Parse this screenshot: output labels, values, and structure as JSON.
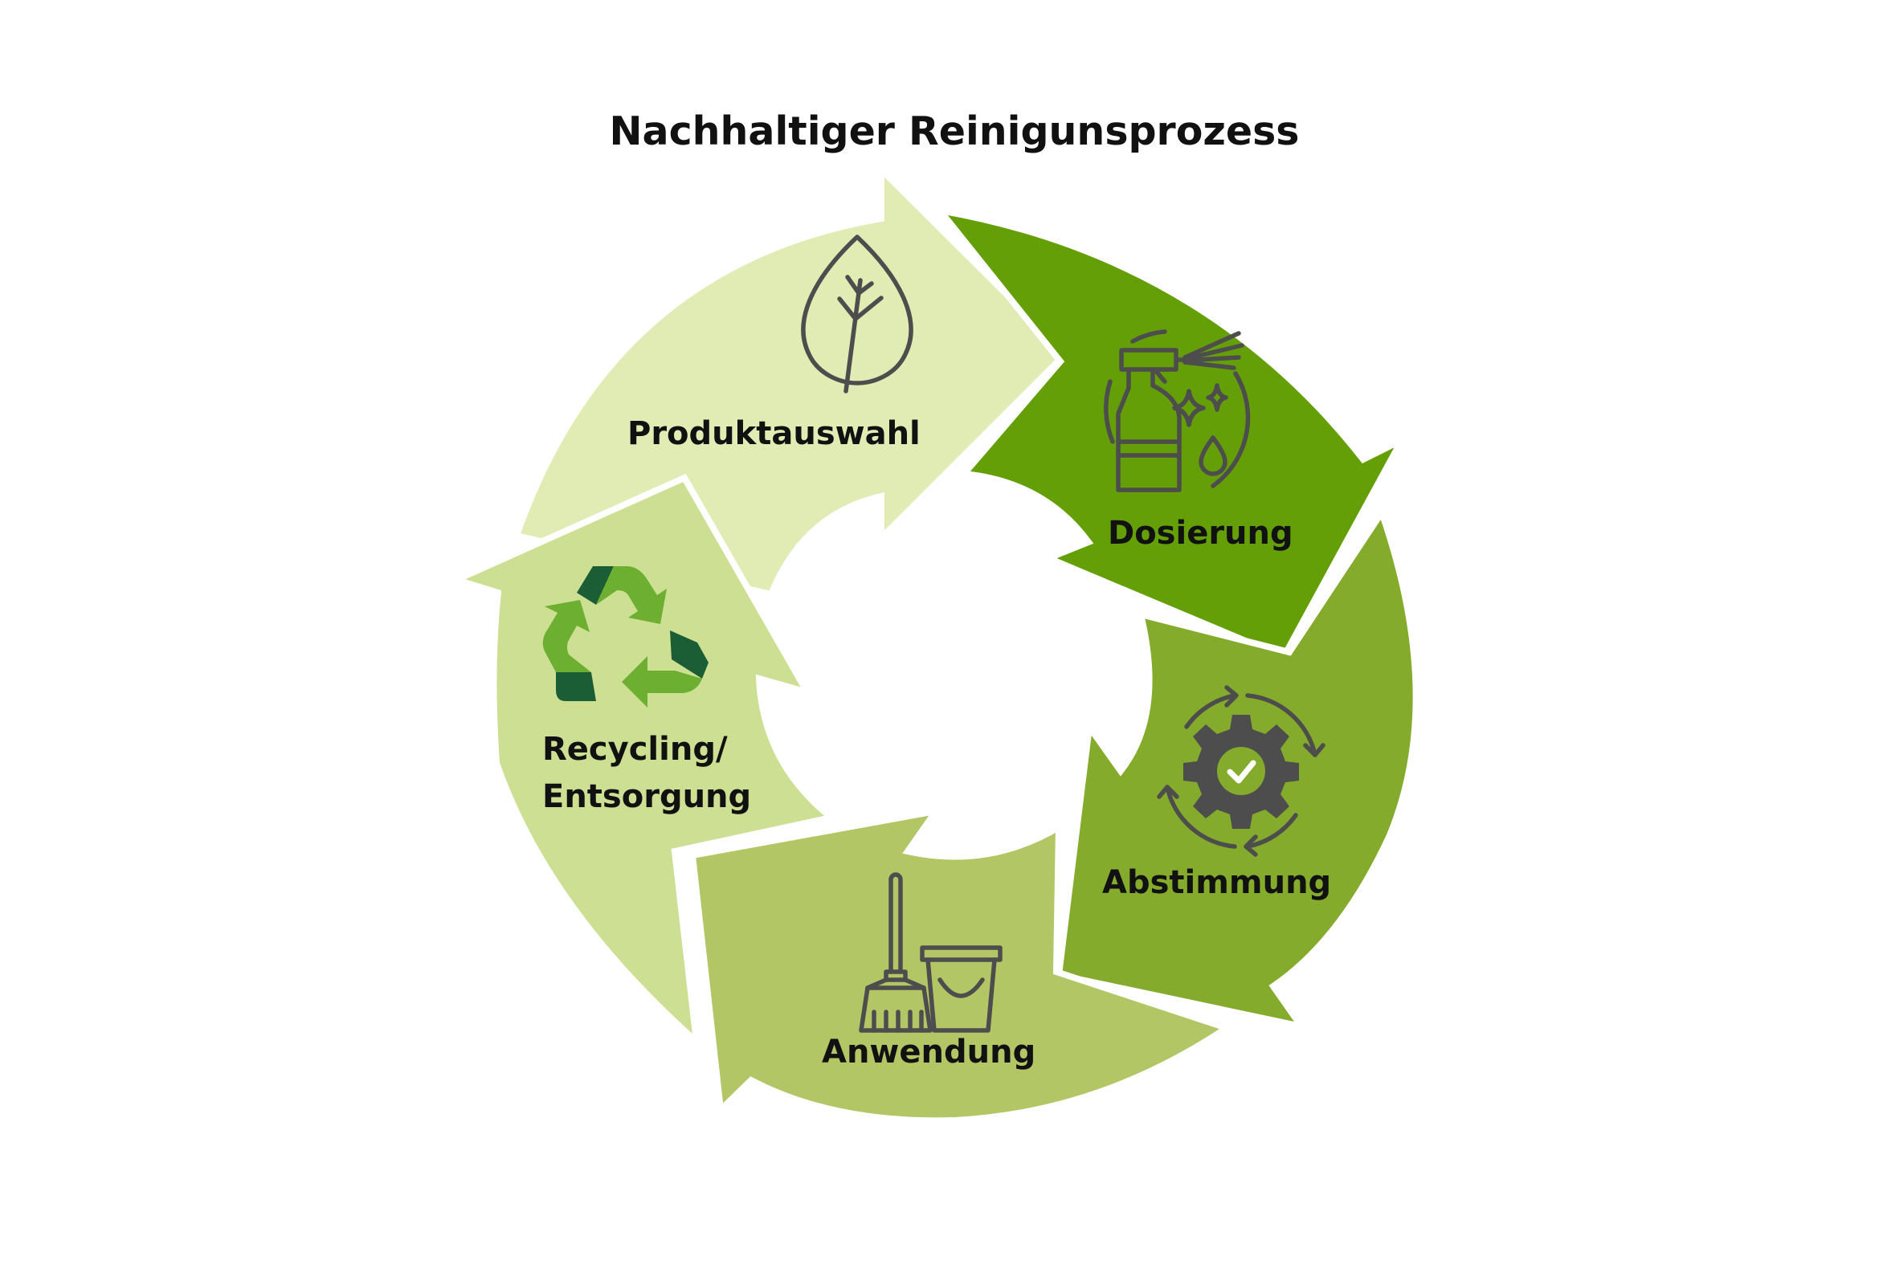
{
  "title": "Nachhaltiger Reinigunsprozess",
  "steps": [
    {
      "id": "produktauswahl",
      "label": "Produktauswahl",
      "icon": "leaf-icon",
      "color": "#e1ebb4"
    },
    {
      "id": "dosierung",
      "label": "Dosierung",
      "icon": "spray-bottle-icon",
      "color": "#659f08"
    },
    {
      "id": "abstimmung",
      "label": "Abstimmung",
      "icon": "gear-check-cycle-icon",
      "color": "#84ab2b"
    },
    {
      "id": "anwendung",
      "label": "Anwendung",
      "icon": "broom-bucket-icon",
      "color": "#b2c665"
    },
    {
      "id": "recycling",
      "label_line1": "Recycling/",
      "label_line2": "Entsorgung",
      "icon": "recycling-icon",
      "color": "#cddf92"
    }
  ],
  "recycle_icon_colors": {
    "dark": "#1b5e35",
    "light": "#6daf30"
  },
  "icon_stroke_color": "#4d4d4d"
}
